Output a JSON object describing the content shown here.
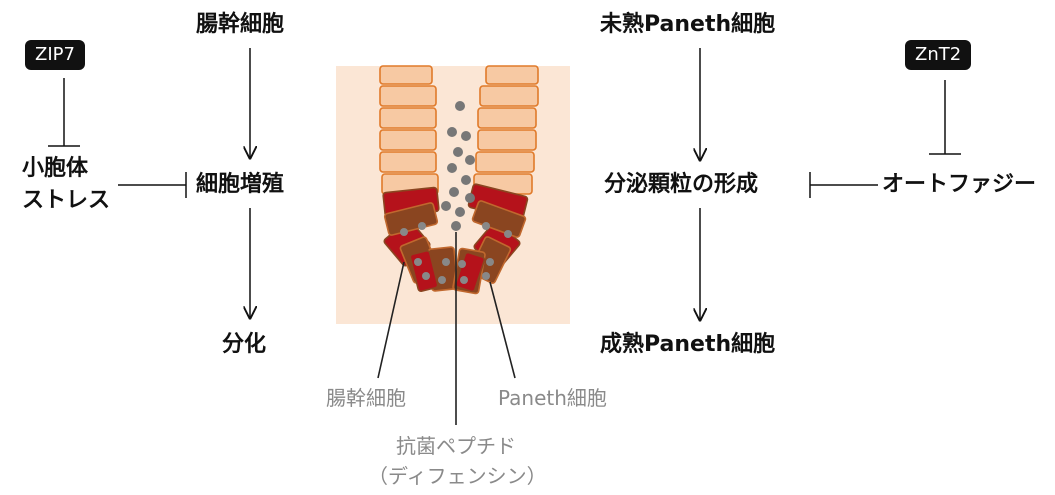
{
  "left": {
    "stem_cell": "腸幹細胞",
    "proliferation": "細胞増殖",
    "differentiation": "分化",
    "stress_line1": "小胞体",
    "stress_line2": "ストレス",
    "badge": "ZIP7"
  },
  "right": {
    "immature_paneth": "未熟Paneth細胞",
    "granule_formation": "分泌顆粒の形成",
    "mature_paneth": "成熟Paneth細胞",
    "autophagy": "オートファジー",
    "badge": "ZnT2"
  },
  "crypt_labels": {
    "stem_cell": "腸幹細胞",
    "paneth_cell": "Paneth細胞",
    "peptide_line1": "抗菌ペプチド",
    "peptide_line2": "（ディフェンシン）"
  },
  "colors": {
    "epithelial": "#f7c9a3",
    "epithelial_edge": "#e07a2a",
    "stem": "#b5121b",
    "paneth": "#8a4520",
    "granule": "#777777",
    "background_tile": "#fbe6d5"
  }
}
